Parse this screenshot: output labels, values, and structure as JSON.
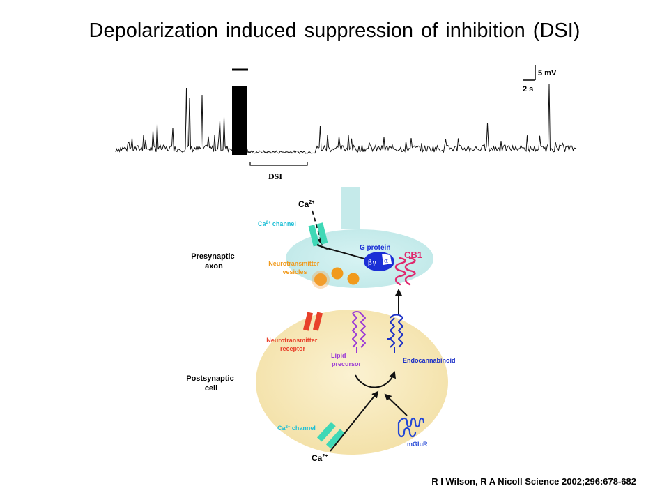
{
  "title": "Depolarization induced suppression of inhibition (DSI)",
  "trace": {
    "scale_voltage": "5 mV",
    "scale_time": "2 s",
    "dsi_label": "DSI"
  },
  "labels": {
    "ca_top": "Ca",
    "ca_top_sup": "2+",
    "ca_channel_top_prefix": "Ca",
    "ca_channel_top_sup": "2+",
    "ca_channel_top_suffix": " channel",
    "presynaptic_1": "Presynaptic",
    "presynaptic_2": "axon",
    "g_protein": "G protein",
    "cb1": "CB1",
    "beta_gamma": "βγ",
    "alpha": "α",
    "nt_vesicles_1": "Neurotransmitter",
    "nt_vesicles_2": "vesicles",
    "nt_receptor_1": "Neurotransmitter",
    "nt_receptor_2": "receptor",
    "lipid_1": "Lipid",
    "lipid_2": "precursor",
    "endocannabinoid": "Endocannabinoid",
    "postsynaptic_1": "Postsynaptic",
    "postsynaptic_2": "cell",
    "ca_channel_bottom_prefix": "Ca",
    "ca_channel_bottom_sup": "2+",
    "ca_channel_bottom_suffix": " channel",
    "mglur": "mGluR",
    "ca_bottom": "Ca",
    "ca_bottom_sup": "2+"
  },
  "citation": "R I Wilson, R A Nicoll Science 2002;296:678-682",
  "colors": {
    "presynaptic_fill": "#c8ecec",
    "postsynaptic_fill": "#f6e6b4",
    "ca_channel": "#3fd8b6",
    "cyan_label": "#1fbfd6",
    "orange": "#f19a1c",
    "g_protein": "#1b2fd6",
    "cb1": "#e0286e",
    "receptor": "#e8412b",
    "lipid": "#9b39d6",
    "endocannabinoid": "#1b2fc6",
    "mglur": "#2347d6"
  }
}
